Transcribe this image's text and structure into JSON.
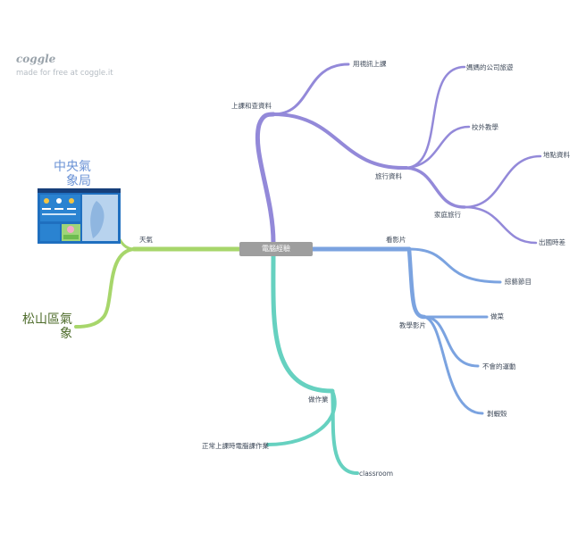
{
  "brand": {
    "logo_text": "coggle",
    "tagline": "made for free at coggle.it"
  },
  "colors": {
    "purple": "#9389d9",
    "blue": "#7ba3e0",
    "teal": "#66d1c0",
    "green": "#a7d66b",
    "center_bg": "#9e9e9e"
  },
  "mindmap": {
    "center": "電腦經驗",
    "branches": {
      "class_info": "上課和查資料",
      "video_class": "用視訊上課",
      "travel_info": "旅行資料",
      "mom_trip": "媽媽的公司旅遊",
      "field_trip": "校外教學",
      "family_trip": "家庭旅行",
      "place_info": "地點資料",
      "time_diff": "出國時差",
      "videos": "看影片",
      "variety": "綜藝節目",
      "teaching_videos": "教學影片",
      "cooking": "做菜",
      "sports": "不會的運動",
      "shrimp": "剝蝦殼",
      "homework": "做作業",
      "computer_hw": "正常上課時電腦課作業",
      "classroom": "classroom",
      "weather": "天氣",
      "cwb": "中央氣象局",
      "songshan": "松山區氣象"
    }
  }
}
